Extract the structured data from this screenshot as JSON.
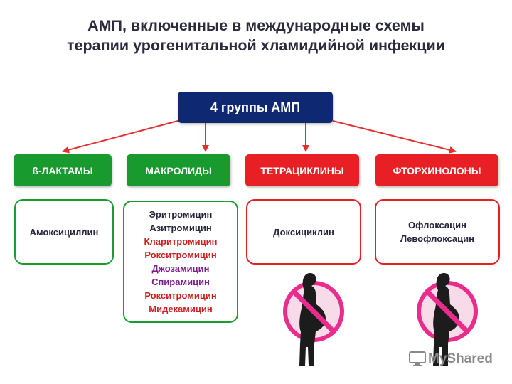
{
  "title": {
    "line1": "АМП, включенные в международные схемы",
    "line2": "терапии урогенитальной хламидийной инфекции"
  },
  "root": {
    "label": "4 группы АМП"
  },
  "groups": [
    {
      "label": "ß-ЛАКТАМЫ",
      "color": "#199a2e",
      "drugs": [
        {
          "name": "Амоксициллин",
          "color": "dark"
        }
      ]
    },
    {
      "label": "МАКРОЛИДЫ",
      "color": "#199a2e",
      "drugs": [
        {
          "name": "Эритромицин",
          "color": "dark"
        },
        {
          "name": "Азитромицин",
          "color": "dark"
        },
        {
          "name": "Кларитромицин",
          "color": "red"
        },
        {
          "name": "Рокситромицин",
          "color": "red"
        },
        {
          "name": "Джозамицин",
          "color": "purple"
        },
        {
          "name": "Спирамицин",
          "color": "purple"
        },
        {
          "name": "Рокситромицин",
          "color": "red"
        },
        {
          "name": "Мидекамицин",
          "color": "red"
        }
      ]
    },
    {
      "label": "ТЕТРАЦИКЛИНЫ",
      "color": "#e82025",
      "drugs": [
        {
          "name": "Доксициклин",
          "color": "dark"
        }
      ]
    },
    {
      "label": "ФТОРХИНОЛОНЫ",
      "color": "#e82025",
      "drugs": [
        {
          "name": "Офлоксацин",
          "color": "dark"
        },
        {
          "name": "Левофлоксацин",
          "color": "dark"
        }
      ]
    }
  ],
  "prohibition_icons": [
    {
      "icon": "no-pregnancy-icon",
      "under_group": "ТЕТРАЦИКЛИНЫ"
    },
    {
      "icon": "no-pregnancy-icon",
      "under_group": "ФТОРХИНОЛОНЫ"
    }
  ],
  "watermark": {
    "text": "MyShared",
    "icon": "monitor-icon"
  }
}
